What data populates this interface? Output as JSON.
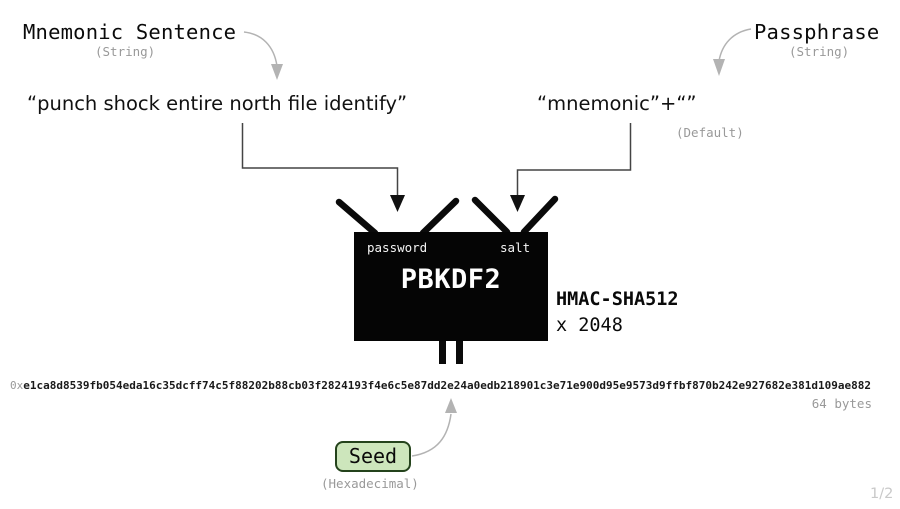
{
  "header": {
    "mnemonic_label": "Mnemonic Sentence",
    "mnemonic_type": "(String)",
    "passphrase_label": "Passphrase",
    "passphrase_type": "(String)"
  },
  "values": {
    "mnemonic_sentence": "“punch shock entire north file identify”",
    "passphrase": "“mnemonic”+“”",
    "passphrase_note": "(Default)"
  },
  "pbkdf2": {
    "name": "PBKDF2",
    "input_password": "password",
    "input_salt": "salt",
    "hash": "HMAC-SHA512",
    "iterations": "x 2048"
  },
  "seed": {
    "hex_prefix": "0x",
    "hex": "e1ca8d8539fb054eda16c35dcff74c5f88202b88cb03f2824193f4e6c5e87dd2e24a0edb218901c3e71e900d95e9573d9ffbf870b242e927682e381d109ae882",
    "size": "64 bytes",
    "label": "Seed",
    "format": "(Hexadecimal)"
  },
  "footer": {
    "page_indicator": "1/2"
  },
  "colors": {
    "seed_fill": "#cde6bc",
    "seed_border": "#24431c",
    "muted": "#999999",
    "arrow_gray": "#b3b3b3",
    "line_dark": "#444444"
  }
}
